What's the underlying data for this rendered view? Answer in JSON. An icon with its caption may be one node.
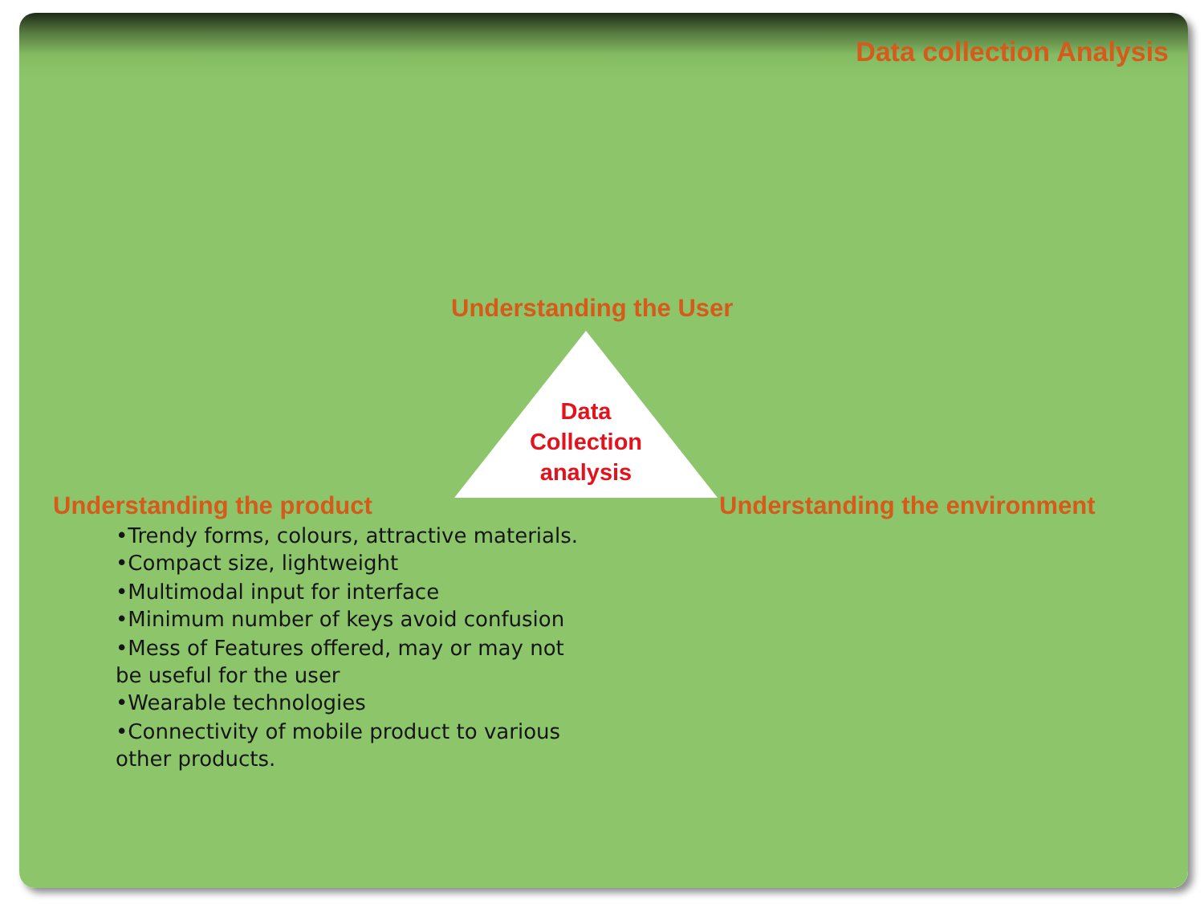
{
  "diagram": {
    "title": "Data collection Analysis",
    "nodes": [
      {
        "text": [
          "Data Collection analysis"
        ]
      }
    ],
    "labels": [
      "Understanding the User",
      "Understanding the product",
      "Understanding the environment",
      "•Trendy forms, colours, attractive materials.",
      "•Compact size, lightweight",
      "•Multimodal input for interface",
      "•Minimum number of keys avoid confusion",
      "•Mess of Features offered, may or may not be useful for the user",
      "•Wearable technologies",
      "•Connectivity of mobile product to various other products."
    ]
  }
}
